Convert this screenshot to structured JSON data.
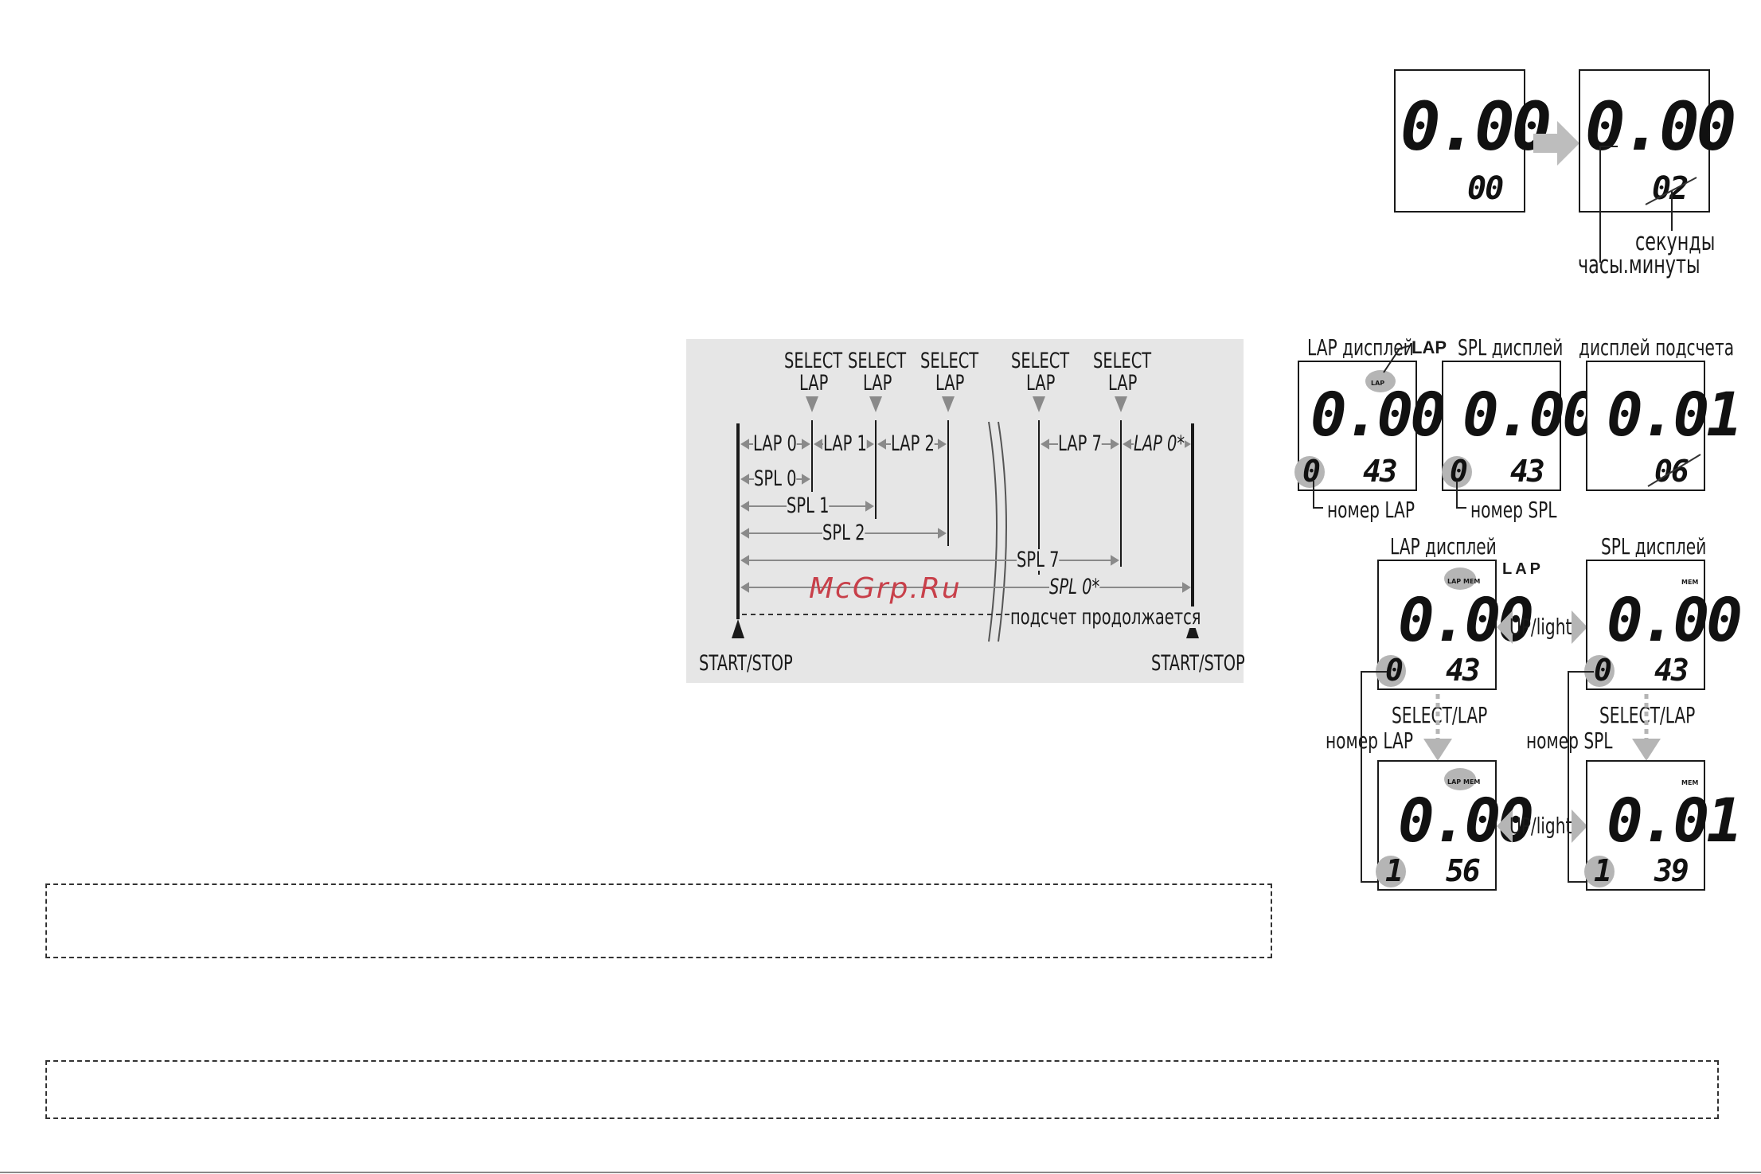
{
  "top_pair": {
    "left": {
      "main": "0.00",
      "sub": "00"
    },
    "right": {
      "main": "0.00",
      "sub": "02"
    },
    "label_seconds": "секунды",
    "label_hours_minutes": "часы.минуты"
  },
  "timeline": {
    "select_lap": [
      "SELECT",
      "LAP"
    ],
    "laps": [
      "LAP 0",
      "LAP 1",
      "LAP 2",
      "LAP 7",
      "LAP 0*"
    ],
    "splits": [
      "SPL 0",
      "SPL 1",
      "SPL 2",
      "SPL 7",
      "SPL 0*"
    ],
    "continues": "подсчет продолжается",
    "start_stop_left": "START/STOP",
    "start_stop_right": "START/STOP",
    "watermark": "McGrp.Ru"
  },
  "row1": {
    "lap_title": "LAP дисплей",
    "lap_callout": "LAP",
    "lap_badge": "LAP",
    "spl_title": "SPL дисплей",
    "count_title": "дисплей подсчета",
    "lap_display": {
      "main": "0.00",
      "num": "0",
      "sub": "43"
    },
    "spl_display": {
      "main": "0.00",
      "num": "0",
      "sub": "43"
    },
    "count_display": {
      "main": "0.01",
      "sub": "06"
    },
    "lap_number_label": "номер LAP",
    "spl_number_label": "номер SPL"
  },
  "row2": {
    "lap_title": "LAP дисплей",
    "lap_callout": "LAP",
    "spl_title": "SPL дисплей",
    "badge_lap": "LAP",
    "badge_mem": "MEM",
    "up_light": "UP/light",
    "select_lap": "SELECT/LAP",
    "lap_number_label": "номер LAP",
    "spl_number_label": "номер SPL",
    "lap_top": {
      "main": "0.00",
      "num": "0",
      "sub": "43"
    },
    "spl_top": {
      "main": "0.00",
      "num": "0",
      "sub": "43"
    },
    "lap_bottom": {
      "main": "0.00",
      "num": "1",
      "sub": "56"
    },
    "spl_bottom": {
      "main": "0.01",
      "num": "1",
      "sub": "39"
    }
  }
}
